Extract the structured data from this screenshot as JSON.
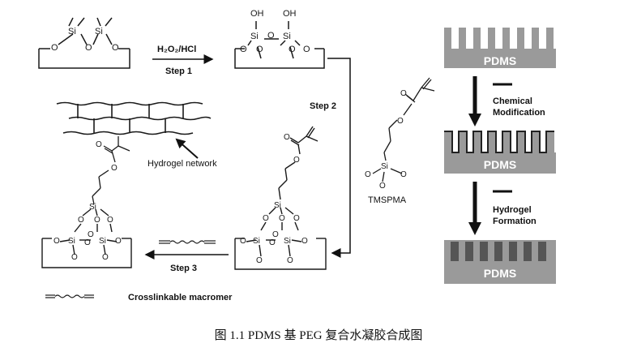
{
  "reaction": {
    "reagent": "H₂O₂/HCl",
    "step1": "Step 1",
    "step2": "Step 2",
    "step3": "Step 3",
    "tmspma": "TMSPMA",
    "hydrogel_network": "Hydrogel network",
    "legend_crosslinker": "Crosslinkable macromer",
    "si": "Si",
    "o": "O",
    "oh": "OH"
  },
  "process": {
    "pdms": "PDMS",
    "chemical_modification": [
      "Chemical",
      "Modification"
    ],
    "hydrogel_formation": [
      "Hydrogel",
      "Formation"
    ]
  },
  "caption": "图 1.1   PDMS 基 PEG 复合水凝胶合成图",
  "colors": {
    "ink": "#1a1a1a",
    "pdms_block": "#9a9a9a",
    "pdms_text": "#ffffff",
    "hydrogel_fill": "#555555",
    "arrow": "#111111"
  }
}
